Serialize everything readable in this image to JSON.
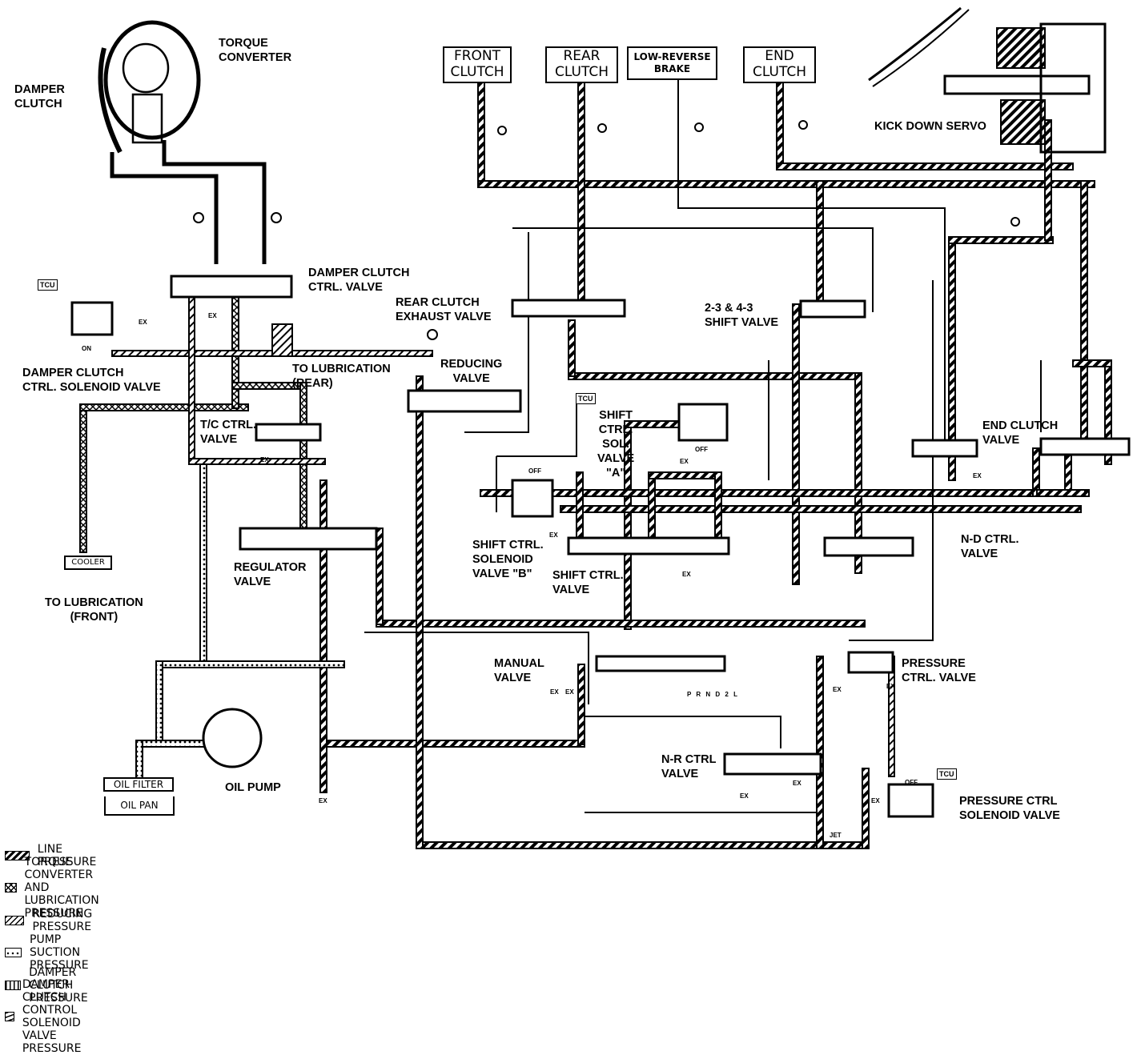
{
  "components": {
    "torque_converter": "TORQUE\nCONVERTER",
    "damper_clutch": "DAMPER\nCLUTCH",
    "damper_clutch_ctrl_valve": "DAMPER CLUTCH\nCTRL. VALVE",
    "damper_clutch_ctrl_solenoid": "DAMPER CLUTCH\nCTRL. SOLENOID VALVE",
    "rear_clutch_exhaust_valve": "REAR CLUTCH\nEXHAUST VALVE",
    "to_lubrication_rear": "TO LUBRICATION\n(REAR)",
    "reducing_valve": "REDUCING\nVALVE",
    "tc_ctrl_valve": "T/C CTRL.\nVALVE",
    "regulator_valve": "REGULATOR\nVALVE",
    "to_lubrication_front": "TO LUBRICATION\n(FRONT)",
    "oil_pump": "OIL PUMP",
    "kick_down_servo": "KICK DOWN SERVO",
    "shift_valve_23_43": "2-3 & 4-3\nSHIFT VALVE",
    "shift_ctrl_sol_a": "SHIFT\nCTRL.\nSOL.\nVALVE\n\"A\"",
    "shift_ctrl_sol_b": "SHIFT CTRL.\nSOLENOID\nVALVE \"B\"",
    "shift_ctrl_valve": "SHIFT CTRL.\nVALVE",
    "end_clutch_valve": "END CLUTCH\nVALVE",
    "nd_ctrl_valve": "N-D CTRL.\nVALVE",
    "manual_valve": "MANUAL\nVALVE",
    "nr_ctrl_valve": "N-R CTRL\nVALVE",
    "pressure_ctrl_valve": "PRESSURE\nCTRL. VALVE",
    "pressure_ctrl_solenoid": "PRESSURE CTRL\nSOLENOID VALVE"
  },
  "boxes": {
    "front_clutch": "FRONT\nCLUTCH",
    "rear_clutch": "REAR\nCLUTCH",
    "low_reverse_brake": "LOW-REVERSE\nBRAKE",
    "end_clutch": "END\nCLUTCH",
    "oil_filter": "OIL FILTER",
    "oil_pan": "OIL PAN",
    "cooler": "COOLER"
  },
  "tags": {
    "tcu": "TCU",
    "on": "ON",
    "off": "OFF",
    "ex": "EX",
    "jet": "JET"
  },
  "shift_positions": "P R N D 2 L",
  "legend": [
    {
      "pattern": "line",
      "label": "LINE PRESSURE"
    },
    {
      "pattern": "tc",
      "label": "TORQUE CONVERTER AND LUBRICATION PRESSURE"
    },
    {
      "pattern": "reducing",
      "label": "REDUCING PRESSURE"
    },
    {
      "pattern": "pump",
      "label": "PUMP SUCTION PRESSURE"
    },
    {
      "pattern": "damper",
      "label": "DAMPER CLUTCH PRESSURE"
    },
    {
      "pattern": "solenoid",
      "label": "DAMPER CLUTCH CONTROL SOLENOID VALVE PRESSURE"
    }
  ]
}
